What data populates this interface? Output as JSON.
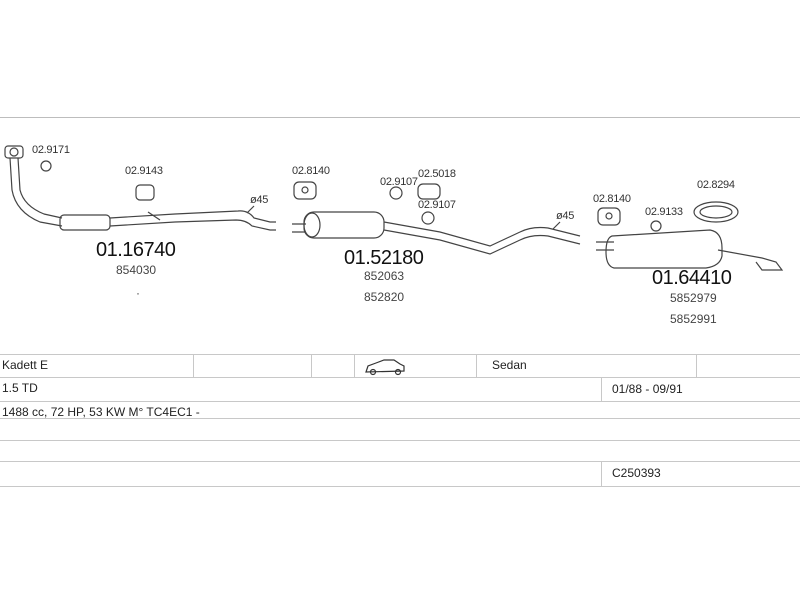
{
  "parts": {
    "front_pipe": {
      "part": "01.16740",
      "refs": [
        "854030"
      ]
    },
    "middle_silencer": {
      "part": "01.52180",
      "refs": [
        "852063",
        "852820"
      ]
    },
    "rear_silencer": {
      "part": "01.64410",
      "refs": [
        "5852979",
        "5852991"
      ]
    }
  },
  "fittings": {
    "f1": "02.9171",
    "f2": "02.9143",
    "f3": "02.8140",
    "f4": "02.9107",
    "f5": "02.5018",
    "f6": "02.9107",
    "f7": "02.8140",
    "f8": "02.9133",
    "f9": "02.8294"
  },
  "pipe_markers": [
    "ø45",
    "ø45"
  ],
  "vehicle": {
    "model": "Kadett  E",
    "body": "Sedan",
    "engine": "1.5 TD",
    "years": "01/88 - 09/91",
    "spec": "1488 cc, 72 HP, 53 KW  M° TC4EC1 -",
    "code": "C250393"
  },
  "icons": {
    "car": "sedan-car-icon"
  }
}
